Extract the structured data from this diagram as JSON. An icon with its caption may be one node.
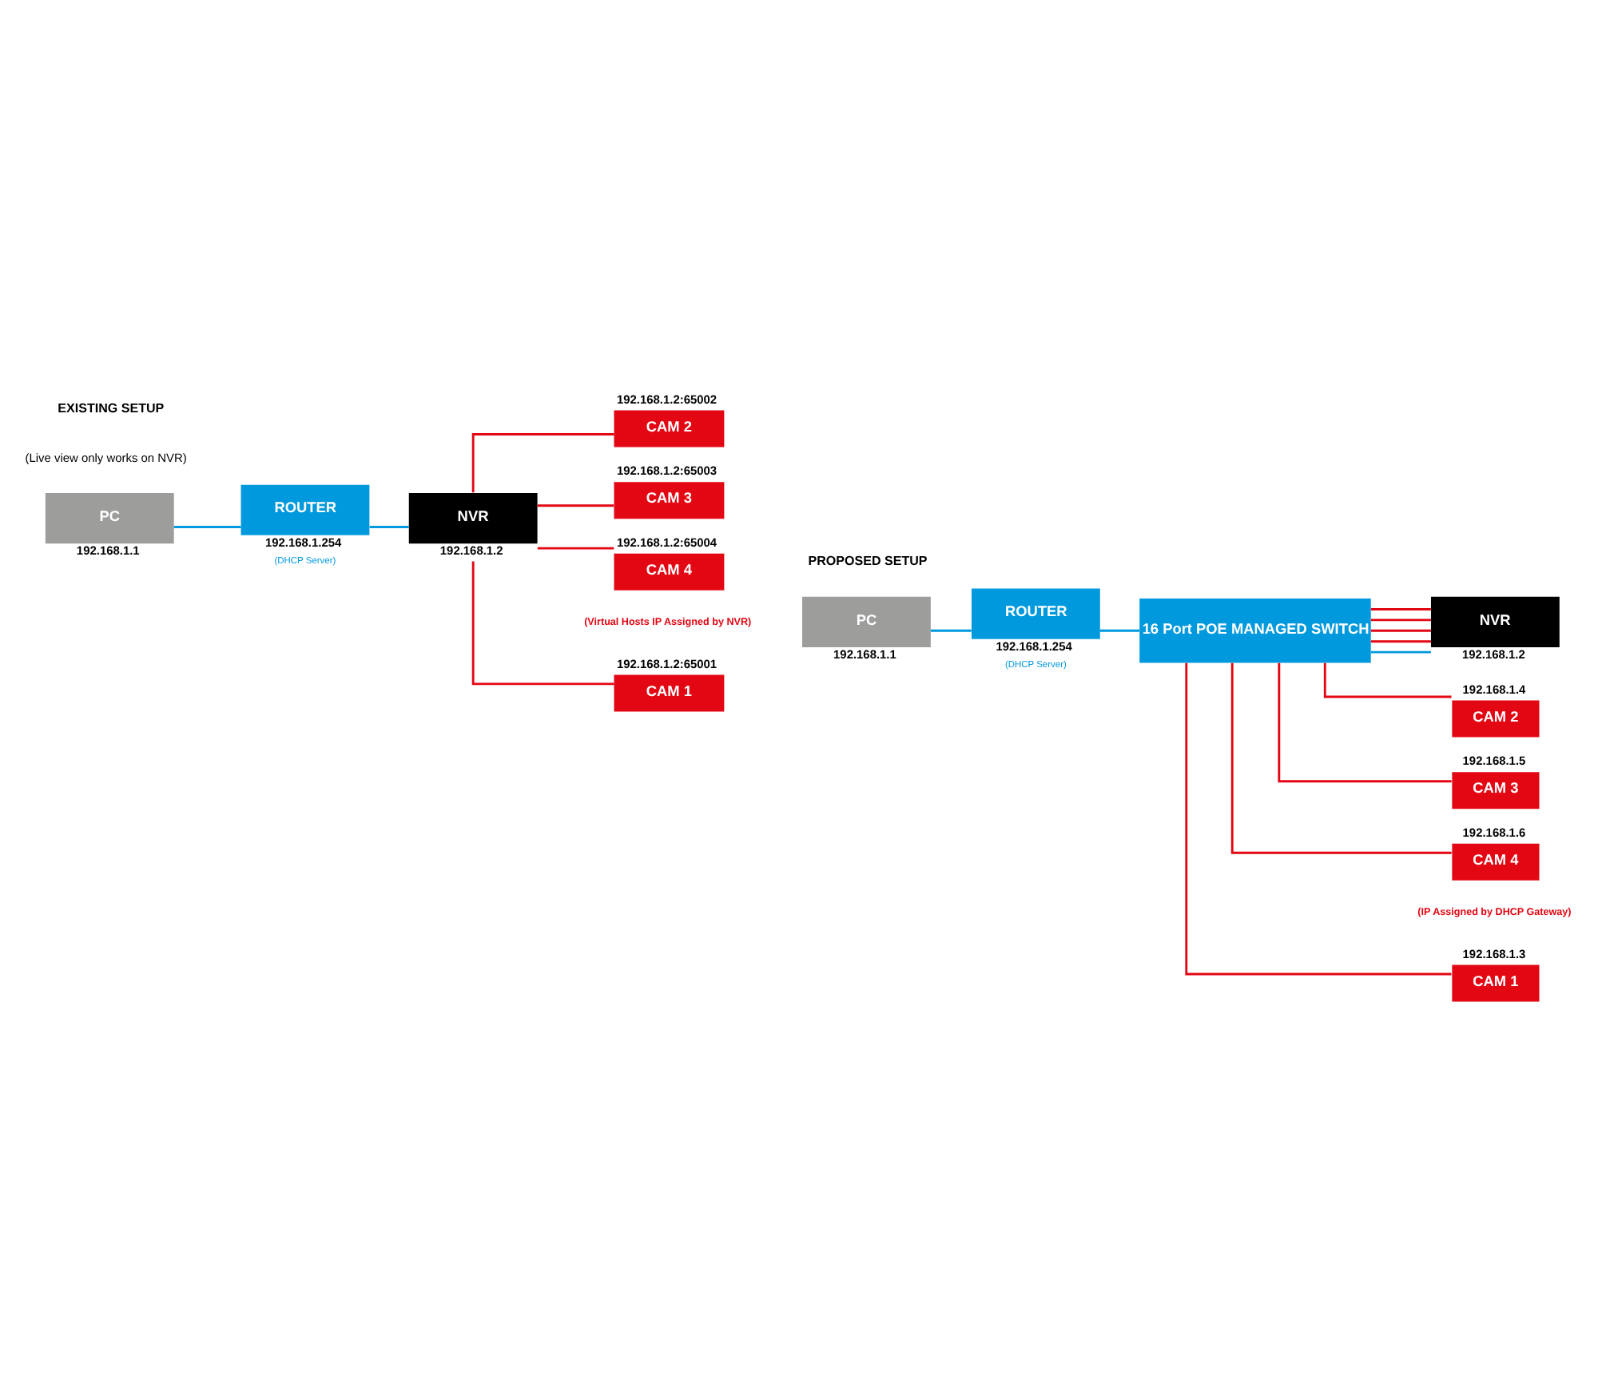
{
  "diagram": {
    "nodes": [
      {
        "text": [
          "PC"
        ],
        "beside": [
          "192.168.1.1"
        ]
      },
      {
        "text": [
          "ROUTER"
        ],
        "beside": [
          "192.168.1.254",
          "(DHCP Server)"
        ]
      },
      {
        "text": [
          "NVR"
        ],
        "beside": [
          "192.168.1.2"
        ]
      },
      {
        "text": [
          "CAM 1"
        ],
        "beside": [
          "192.168.1.2:65001"
        ]
      },
      {
        "text": [
          "CAM 2"
        ],
        "beside": [
          "192.168.1.2:65002"
        ]
      },
      {
        "text": [
          "CAM 3"
        ],
        "beside": [
          "192.168.1.2:65003"
        ]
      },
      {
        "text": [
          "CAM 4"
        ],
        "beside": [
          "192.168.1.2:65004"
        ]
      },
      {
        "text": [
          "PC"
        ],
        "beside": [
          "192.168.1.1"
        ]
      },
      {
        "text": [
          "ROUTER"
        ],
        "beside": [
          "192.168.1.254",
          "(DHCP Server)"
        ]
      },
      {
        "text": [
          "16 Port POE MANAGED SWITCH"
        ]
      },
      {
        "text": [
          "NVR"
        ],
        "beside": [
          "192.168.1.2"
        ]
      },
      {
        "text": [
          "CAM 1"
        ],
        "beside": [
          "192.168.1.3"
        ]
      },
      {
        "text": [
          "CAM 2"
        ],
        "beside": [
          "192.168.1.4"
        ]
      },
      {
        "text": [
          "CAM 3"
        ],
        "beside": [
          "192.168.1.5"
        ]
      },
      {
        "text": [
          "CAM 4"
        ],
        "beside": [
          "192.168.1.6"
        ]
      }
    ],
    "edges": [
      {
        "from": 0,
        "to": 1,
        "arrow": "none",
        "color": "#0099dd"
      },
      {
        "from": 1,
        "to": 2,
        "arrow": "none",
        "color": "#0099dd"
      },
      {
        "from": 2,
        "to": 3,
        "arrow": "none"
      },
      {
        "from": 2,
        "to": 4,
        "arrow": "none"
      },
      {
        "from": 2,
        "to": 5,
        "arrow": "none"
      },
      {
        "from": 2,
        "to": 6,
        "arrow": "none"
      },
      {
        "from": 7,
        "to": 8,
        "arrow": "none",
        "color": "#0099dd"
      },
      {
        "from": 8,
        "to": 9,
        "arrow": "none",
        "color": "#0099dd"
      },
      {
        "from": 9,
        "to": 10,
        "arrow": "none",
        "color": "#0099dd"
      },
      {
        "from": 9,
        "to": 10,
        "arrow": "none"
      },
      {
        "from": 9,
        "to": 10,
        "arrow": "none"
      },
      {
        "from": 9,
        "to": 10,
        "arrow": "none"
      },
      {
        "from": 9,
        "to": 10,
        "arrow": "none"
      },
      {
        "from": 9,
        "to": 11,
        "arrow": "none"
      },
      {
        "from": 9,
        "to": 12,
        "arrow": "none"
      },
      {
        "from": 9,
        "to": 13,
        "arrow": "none"
      },
      {
        "from": 9,
        "to": 14,
        "arrow": "none"
      }
    ],
    "labels": [
      "EXISTING SETUP",
      "(Live view only works on NVR)",
      "(Virtual Hosts IP Assigned by NVR)",
      "PROPOSED SETUP",
      "(IP Assigned by DHCP Gateway)"
    ]
  }
}
